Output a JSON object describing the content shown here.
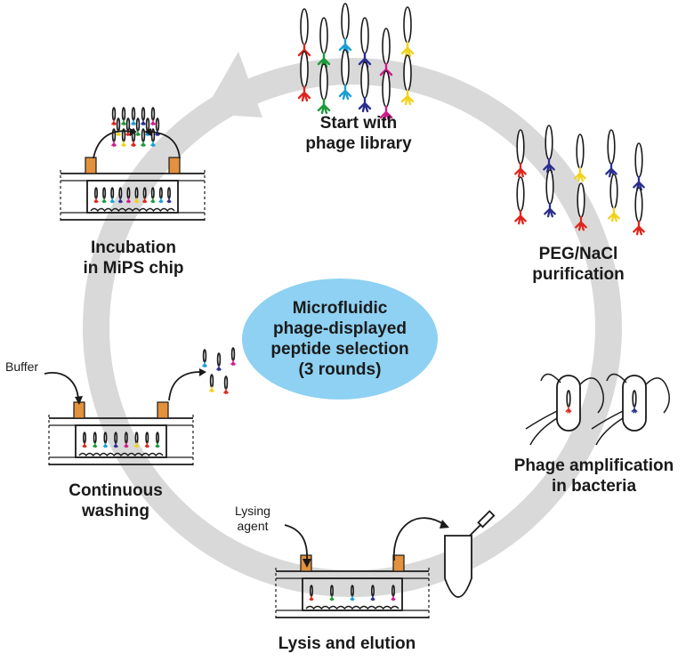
{
  "center": {
    "line1": "Microfluidic",
    "line2": "phage-displayed",
    "line3": "peptide selection",
    "line4": "(3 rounds)"
  },
  "steps": {
    "start": {
      "line1": "Start with",
      "line2": "phage library"
    },
    "purification": {
      "line1": "PEG/NaCl",
      "line2": "purification"
    },
    "amplification": {
      "line1": "Phage amplification",
      "line2": "in bacteria"
    },
    "lysis": {
      "line1": "Lysis and elution"
    },
    "washing": {
      "line1": "Continuous",
      "line2": "washing"
    },
    "incubation": {
      "line1": "Incubation",
      "line2": "in MiPS chip"
    }
  },
  "annotations": {
    "buffer": "Buffer",
    "lysing_line1": "Lysing",
    "lysing_line2": "agent"
  },
  "colors": {
    "cycle_arrow": "#d9d9d9",
    "center_ellipse": "#8ed1f2",
    "chip_port": "#e3913c",
    "phage_tails": [
      "#e0251c",
      "#1e9a3a",
      "#1a9fd4",
      "#2a2f8f",
      "#d21a8c",
      "#f2d21a"
    ]
  }
}
